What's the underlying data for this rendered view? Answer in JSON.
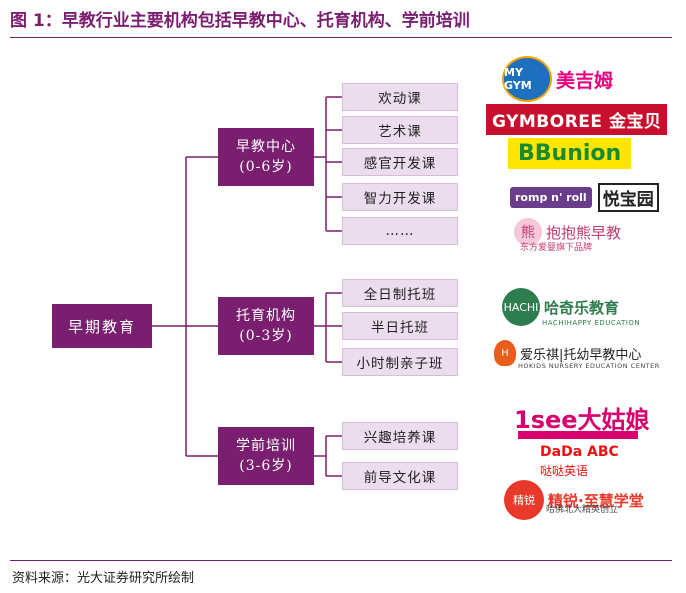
{
  "title": "图 1：早教行业主要机构包括早教中心、托育机构、学前培训",
  "source": "资料来源：光大证券研究所绘制",
  "root": "早期教育",
  "categories": [
    {
      "name": "早教中心",
      "age": "(0-6岁)",
      "items": [
        "欢动课",
        "艺术课",
        "感官开发课",
        "智力开发课",
        "……"
      ]
    },
    {
      "name": "托育机构",
      "age": "(0-3岁)",
      "items": [
        "全日制托班",
        "半日托班",
        "小时制亲子班"
      ]
    },
    {
      "name": "学前培训",
      "age": "(3-6岁)",
      "items": [
        "兴趣培养课",
        "前导文化课"
      ]
    }
  ],
  "logos": {
    "mygym": {
      "badge": "MY GYM",
      "text": "美吉姆"
    },
    "gymboree": {
      "text": "GYMBOREE 金宝贝"
    },
    "bbunion": {
      "text": "BBunion"
    },
    "romp": {
      "badge": "romp n' roll",
      "text": "悦宝园"
    },
    "baobao": {
      "icon": "熊",
      "text": "抱抱熊早教",
      "sub": "东方爱婴旗下品牌"
    },
    "hacha": {
      "icon": "HACHI",
      "text": "哈奇乐教育",
      "sub": "HACHIHAPPY EDUCATION"
    },
    "hokids": {
      "icon": "H",
      "text": "爱乐祺|托幼早教中心",
      "sub": "HOKIDS NURSERY EDUCATION CENTER"
    },
    "isee": {
      "text": "1see大姑娘"
    },
    "dada": {
      "text": "DaDa ABC",
      "sub": "哒哒英语"
    },
    "jingrui": {
      "icon": "精锐",
      "text": "精锐·至慧学堂",
      "sub": "哈佛北大精英创立"
    }
  },
  "colors": {
    "accent": "#7a1e6f",
    "leaf_bg": "#ebdcee"
  }
}
